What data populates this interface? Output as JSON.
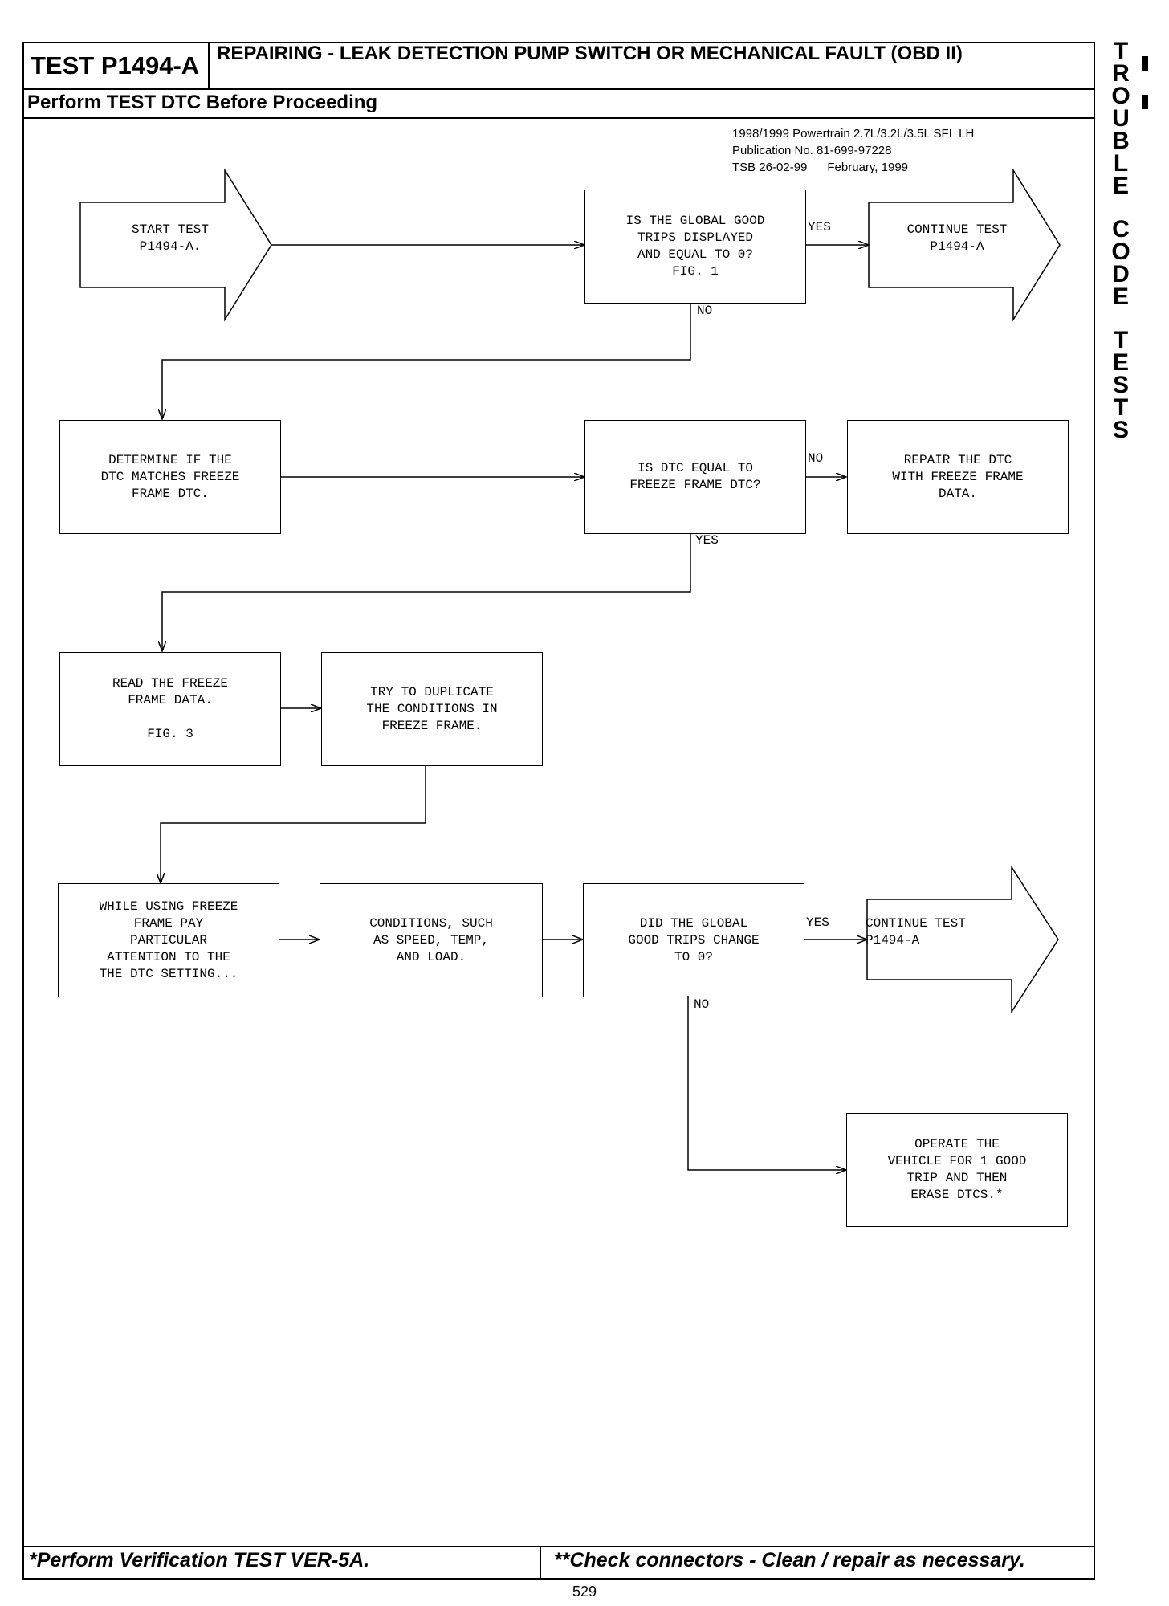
{
  "header": {
    "test_id": "TEST P1494-A",
    "title": "REPAIRING - LEAK DETECTION PUMP SWITCH OR MECHANICAL FAULT (OBD II)",
    "subheader": "Perform TEST DTC Before Proceeding"
  },
  "publication": {
    "line1": "1998/1999 Powertrain 2.7L/3.2L/3.5L SFI  LH",
    "line2": "Publication No. 81-699-97228",
    "line3": "TSB 26-02-99      February, 1999"
  },
  "nodes": {
    "start": "START TEST\nP1494-A.",
    "q_global_trips": "IS THE GLOBAL GOOD\nTRIPS DISPLAYED\nAND EQUAL TO 0?\nFIG. 1",
    "continue_1": "CONTINUE TEST\nP1494-A",
    "determine_dtc": "DETERMINE IF THE\nDTC MATCHES FREEZE\nFRAME DTC.",
    "q_dtc_equal": "IS DTC EQUAL TO\nFREEZE FRAME DTC?",
    "repair_dtc": "REPAIR THE DTC\nWITH FREEZE FRAME\nDATA.",
    "read_ff": "READ THE FREEZE\nFRAME DATA.\n\nFIG. 3",
    "duplicate": "TRY TO DUPLICATE\nTHE CONDITIONS IN\nFREEZE FRAME.",
    "while_using": "WHILE USING FREEZE\nFRAME PAY\nPARTICULAR\nATTENTION TO THE\nTHE DTC SETTING...",
    "conditions": "CONDITIONS, SUCH\nAS SPEED, TEMP,\nAND LOAD.",
    "q_change": "DID THE GLOBAL\nGOOD TRIPS CHANGE\nTO 0?",
    "continue_2": "CONTINUE TEST\nP1494-A",
    "operate": "OPERATE THE\nVEHICLE FOR 1 GOOD\nTRIP AND THEN\nERASE DTCS.*"
  },
  "edge_labels": {
    "yes": "YES",
    "no": "NO"
  },
  "footer": {
    "left": "*Perform Verification TEST VER-5A.",
    "right": "**Check connectors - Clean / repair as necessary.",
    "page": "529"
  },
  "side_tab": {
    "word1": "TROUBLE",
    "word2": "CODE",
    "word3": "TESTS"
  }
}
